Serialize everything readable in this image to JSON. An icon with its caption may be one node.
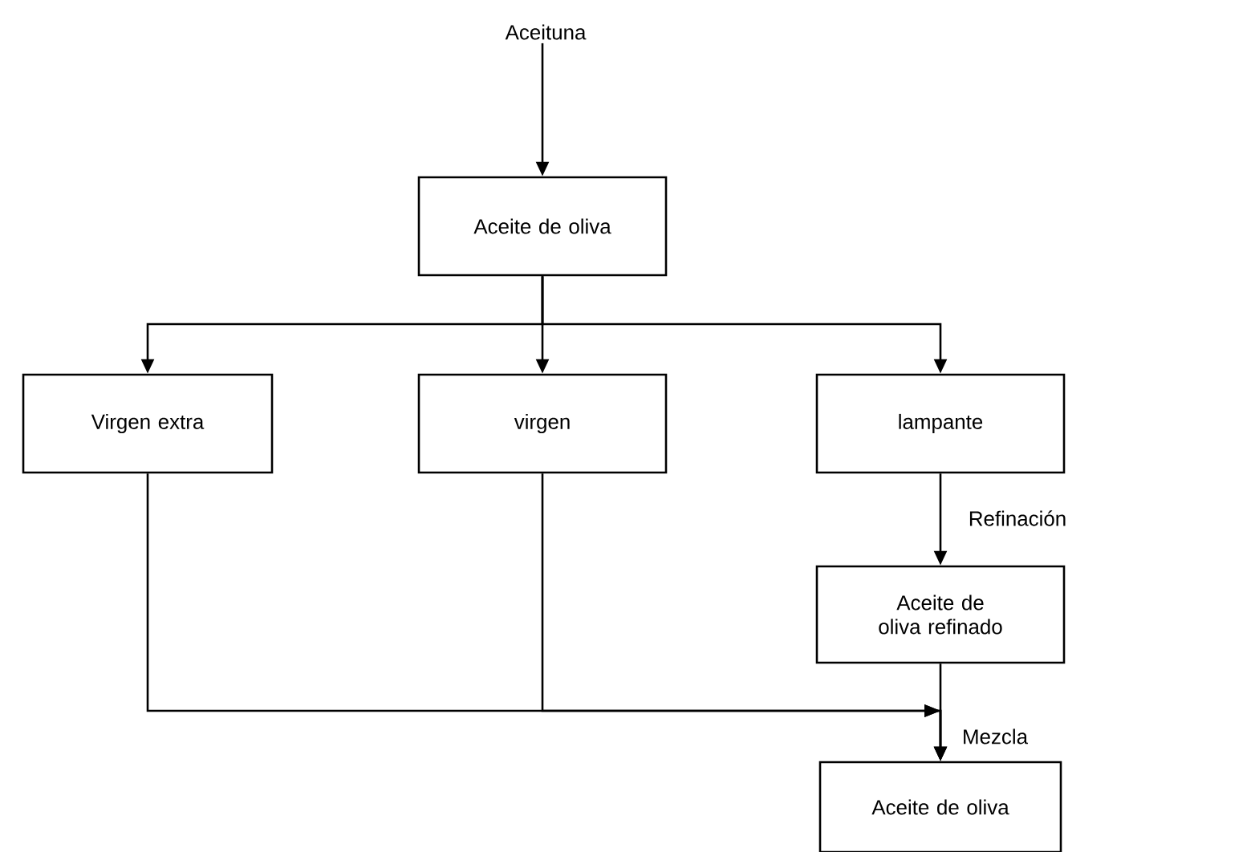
{
  "diagram": {
    "nodes": [
      {
        "text": [
          "Aceituna"
        ]
      },
      {
        "text": [
          "Aceite de oliva"
        ]
      },
      {
        "text": [
          "Virgen extra"
        ]
      },
      {
        "text": [
          "virgen"
        ]
      },
      {
        "text": [
          "lampante"
        ]
      },
      {
        "text": [
          "Aceite de oliva refinado"
        ]
      },
      {
        "text": [
          "Aceite de oliva"
        ]
      }
    ],
    "edges": [
      {
        "from": 0,
        "to": 1,
        "arrow": "to"
      },
      {
        "from": 1,
        "to": 2,
        "arrow": "to"
      },
      {
        "from": 1,
        "to": 3,
        "arrow": "to"
      },
      {
        "from": 1,
        "to": 4,
        "arrow": "to"
      },
      {
        "from": 4,
        "to": 5,
        "arrow": "to",
        "label": "Refinación"
      },
      {
        "from": 2,
        "to": 6,
        "arrow": "to"
      },
      {
        "from": 3,
        "to": 6,
        "arrow": "to"
      },
      {
        "from": 5,
        "to": 6,
        "arrow": "to",
        "label": "Mezcla"
      }
    ]
  }
}
